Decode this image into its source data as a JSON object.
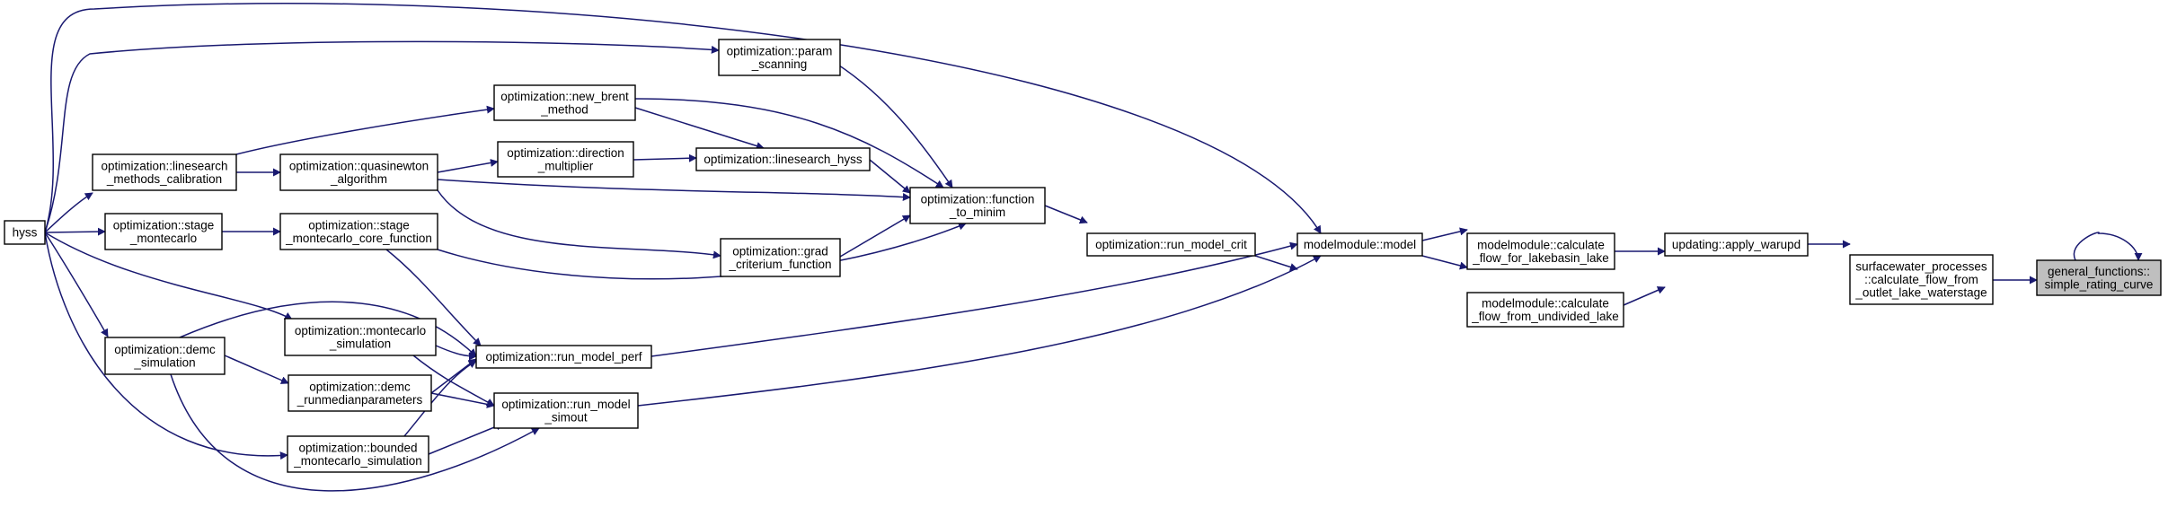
{
  "graph": {
    "edge_color": "#191970",
    "node_fill": "#ffffff",
    "current_node_fill": "#bfbfbf",
    "nodes": [
      {
        "id": "hyss",
        "lines": [
          "hyss"
        ]
      },
      {
        "id": "linesearch_methods_calibration",
        "lines": [
          "optimization::linesearch",
          "_methods_calibration"
        ]
      },
      {
        "id": "stage_montecarlo",
        "lines": [
          "optimization::stage",
          "_montecarlo"
        ]
      },
      {
        "id": "demc_simulation",
        "lines": [
          "optimization::demc",
          "_simulation"
        ]
      },
      {
        "id": "new_brent_method",
        "lines": [
          "optimization::new_brent",
          "_method"
        ]
      },
      {
        "id": "quasinewton_algorithm",
        "lines": [
          "optimization::quasinewton",
          "_algorithm"
        ]
      },
      {
        "id": "stage_montecarlo_core_function",
        "lines": [
          "optimization::stage",
          "_montecarlo_core_function"
        ]
      },
      {
        "id": "montecarlo_simulation",
        "lines": [
          "optimization::montecarlo",
          "_simulation"
        ]
      },
      {
        "id": "demc_runmedianparameters",
        "lines": [
          "optimization::demc",
          "_runmedianparameters"
        ]
      },
      {
        "id": "bounded_montecarlo_simulation",
        "lines": [
          "optimization::bounded",
          "_montecarlo_simulation"
        ]
      },
      {
        "id": "direction_multiplier",
        "lines": [
          "optimization::direction",
          "_multiplier"
        ]
      },
      {
        "id": "run_model_perf",
        "lines": [
          "optimization::run_model_perf"
        ]
      },
      {
        "id": "run_model_simout",
        "lines": [
          "optimization::run_model",
          "_simout"
        ]
      },
      {
        "id": "param_scanning",
        "lines": [
          "optimization::param",
          "_scanning"
        ]
      },
      {
        "id": "linesearch_hyss",
        "lines": [
          "optimization::linesearch_hyss"
        ]
      },
      {
        "id": "grad_criterium_function",
        "lines": [
          "optimization::grad",
          "_criterium_function"
        ]
      },
      {
        "id": "function_to_minim",
        "lines": [
          "optimization::function",
          "_to_minim"
        ]
      },
      {
        "id": "run_model_crit",
        "lines": [
          "optimization::run_model_crit"
        ]
      },
      {
        "id": "model",
        "lines": [
          "modelmodule::model"
        ]
      },
      {
        "id": "calculate_flow_for_lakebasin_lake",
        "lines": [
          "modelmodule::calculate",
          "_flow_for_lakebasin_lake"
        ]
      },
      {
        "id": "calculate_flow_from_undivided_lake",
        "lines": [
          "modelmodule::calculate",
          "_flow_from_undivided_lake"
        ]
      },
      {
        "id": "apply_warupd",
        "lines": [
          "updating::apply_warupd"
        ]
      },
      {
        "id": "calculate_flow_from_outlet_lake_waterstage",
        "lines": [
          "surfacewater_processes",
          "::calculate_flow_from",
          "_outlet_lake_waterstage"
        ]
      },
      {
        "id": "simple_rating_curve",
        "lines": [
          "general_functions::",
          "simple_rating_curve"
        ],
        "current": true
      }
    ]
  }
}
